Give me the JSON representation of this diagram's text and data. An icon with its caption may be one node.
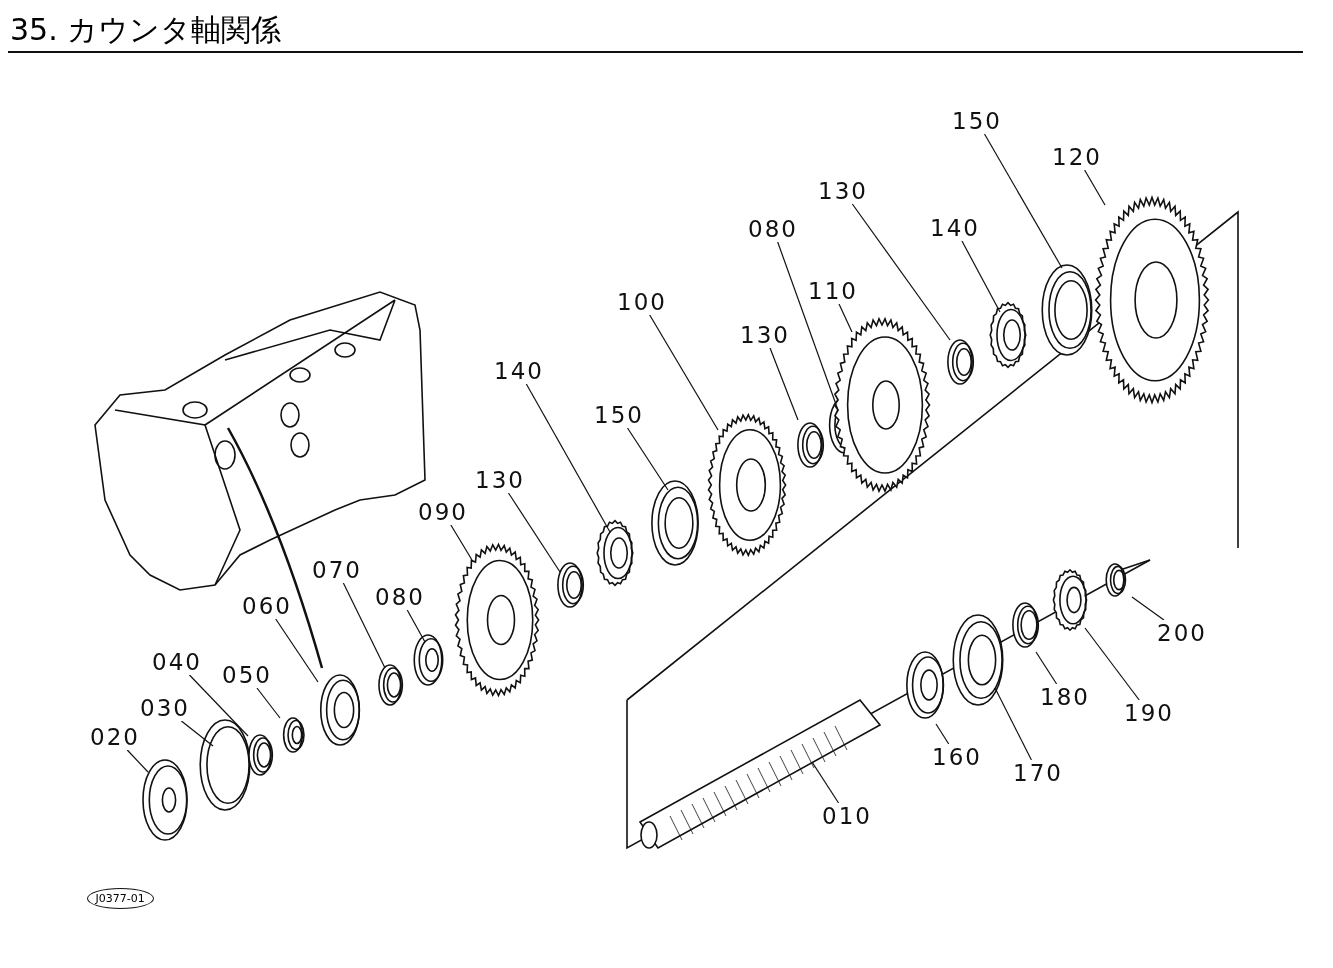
{
  "diagram": {
    "title": "35. カウンタ軸関係",
    "nodes": [
      {
        "text": [
          "150"
        ]
      },
      {
        "text": [
          "120"
        ]
      },
      {
        "text": [
          "130"
        ]
      },
      {
        "text": [
          "140"
        ]
      },
      {
        "text": [
          "080"
        ]
      },
      {
        "text": [
          "110"
        ]
      },
      {
        "text": [
          "100"
        ]
      },
      {
        "text": [
          "130"
        ]
      },
      {
        "text": [
          "140"
        ]
      },
      {
        "text": [
          "150"
        ]
      },
      {
        "text": [
          "130"
        ]
      },
      {
        "text": [
          "090"
        ]
      },
      {
        "text": [
          "070"
        ]
      },
      {
        "text": [
          "080"
        ]
      },
      {
        "text": [
          "060"
        ]
      },
      {
        "text": [
          "200"
        ]
      },
      {
        "text": [
          "040"
        ]
      },
      {
        "text": [
          "050"
        ]
      },
      {
        "text": [
          "180"
        ]
      },
      {
        "text": [
          "030"
        ]
      },
      {
        "text": [
          "190"
        ]
      },
      {
        "text": [
          "020"
        ]
      },
      {
        "text": [
          "160"
        ]
      },
      {
        "text": [
          "170"
        ]
      },
      {
        "text": [
          "010"
        ]
      },
      {
        "text": [
          "J0377-01"
        ]
      }
    ],
    "edges": [
      {
        "from": 0,
        "to": null,
        "arrow": "none"
      },
      {
        "from": 1,
        "to": null,
        "arrow": "none"
      },
      {
        "from": 2,
        "to": null,
        "arrow": "none"
      },
      {
        "from": 3,
        "to": null,
        "arrow": "none"
      },
      {
        "from": 4,
        "to": null,
        "arrow": "none"
      },
      {
        "from": 5,
        "to": null,
        "arrow": "none"
      },
      {
        "from": 6,
        "to": null,
        "arrow": "none"
      },
      {
        "from": 7,
        "to": null,
        "arrow": "none"
      },
      {
        "from": 8,
        "to": null,
        "arrow": "none"
      },
      {
        "from": 9,
        "to": null,
        "arrow": "none"
      },
      {
        "from": 10,
        "to": null,
        "arrow": "none"
      },
      {
        "from": 11,
        "to": null,
        "arrow": "none"
      },
      {
        "from": 12,
        "to": null,
        "arrow": "none"
      },
      {
        "from": 13,
        "to": null,
        "arrow": "none"
      },
      {
        "from": 14,
        "to": null,
        "arrow": "none"
      },
      {
        "from": 15,
        "to": null,
        "arrow": "none"
      },
      {
        "from": 16,
        "to": null,
        "arrow": "none"
      },
      {
        "from": 17,
        "to": null,
        "arrow": "none"
      },
      {
        "from": 18,
        "to": null,
        "arrow": "none"
      },
      {
        "from": 19,
        "to": null,
        "arrow": "none"
      },
      {
        "from": 20,
        "to": null,
        "arrow": "none"
      },
      {
        "from": 21,
        "to": null,
        "arrow": "none"
      },
      {
        "from": 22,
        "to": null,
        "arrow": "none"
      },
      {
        "from": 23,
        "to": null,
        "arrow": "none"
      },
      {
        "from": 24,
        "to": null,
        "arrow": "none"
      }
    ]
  }
}
